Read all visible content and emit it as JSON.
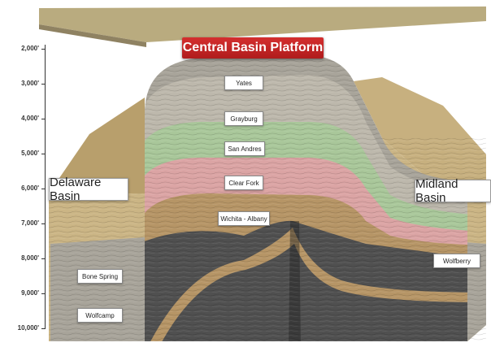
{
  "header": {
    "title": "Central Basin Platform"
  },
  "regions": {
    "left": "Delaware Basin",
    "right": "Midland Basin"
  },
  "depth_axis": {
    "ticks": [
      "2,000'",
      "3,000'",
      "4,000'",
      "5,000'",
      "6,000'",
      "7,000'",
      "8,000'",
      "9,000'",
      "10,000'"
    ]
  },
  "formations": {
    "yates": "Yates",
    "grayburg": "Grayburg",
    "san_andres": "San Andres",
    "clear_fork": "Clear Fork",
    "wichita_albany": "Wichita - Albany",
    "bone_spring": "Bone Spring",
    "wolfcamp": "Wolfcamp",
    "wolfberry": "Wolfberry"
  },
  "colors": {
    "surface": "#b9ab7f",
    "san_andres": "#a9c79a",
    "clear_fork": "#dba4a4",
    "wichita_albany": "#b69566",
    "deep_dark": "#505050",
    "tan_side": "#cbb585",
    "gray_strata": "#a8a49a",
    "banner": "#c2262b"
  }
}
